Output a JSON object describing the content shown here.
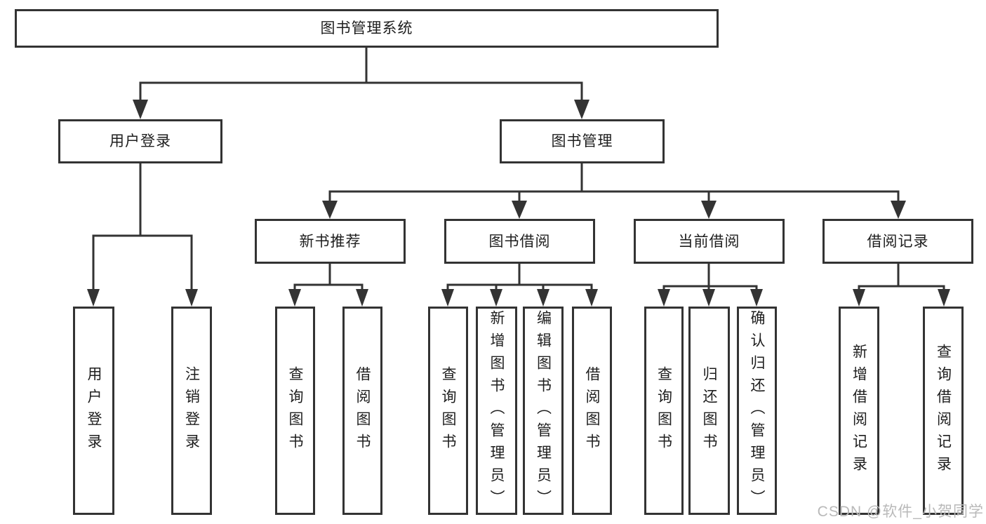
{
  "diagram_title": "图书管理系统",
  "tree": {
    "root": "图书管理系统",
    "branches": [
      {
        "label": "用户登录",
        "children": [
          "用户登录",
          "注销登录"
        ]
      },
      {
        "label": "图书管理",
        "groups": [
          {
            "label": "新书推荐",
            "children": [
              "查询图书",
              "借阅图书"
            ]
          },
          {
            "label": "图书借阅",
            "children": [
              "查询图书",
              "新增图书（管理员）",
              "编辑图书（管理员）",
              "借阅图书"
            ]
          },
          {
            "label": "当前借阅",
            "children": [
              "查询图书",
              "归还图书",
              "确认归还（管理员）"
            ]
          },
          {
            "label": "借阅记录",
            "children": [
              "新增借阅记录",
              "查询借阅记录"
            ]
          }
        ]
      }
    ]
  },
  "watermark": {
    "text": "CSDN @软件_小贺同学"
  },
  "colors": {
    "line": "#333333",
    "node_text": "#1e1e1e",
    "watermark": "#b9b9b9",
    "background": "#ffffff"
  }
}
